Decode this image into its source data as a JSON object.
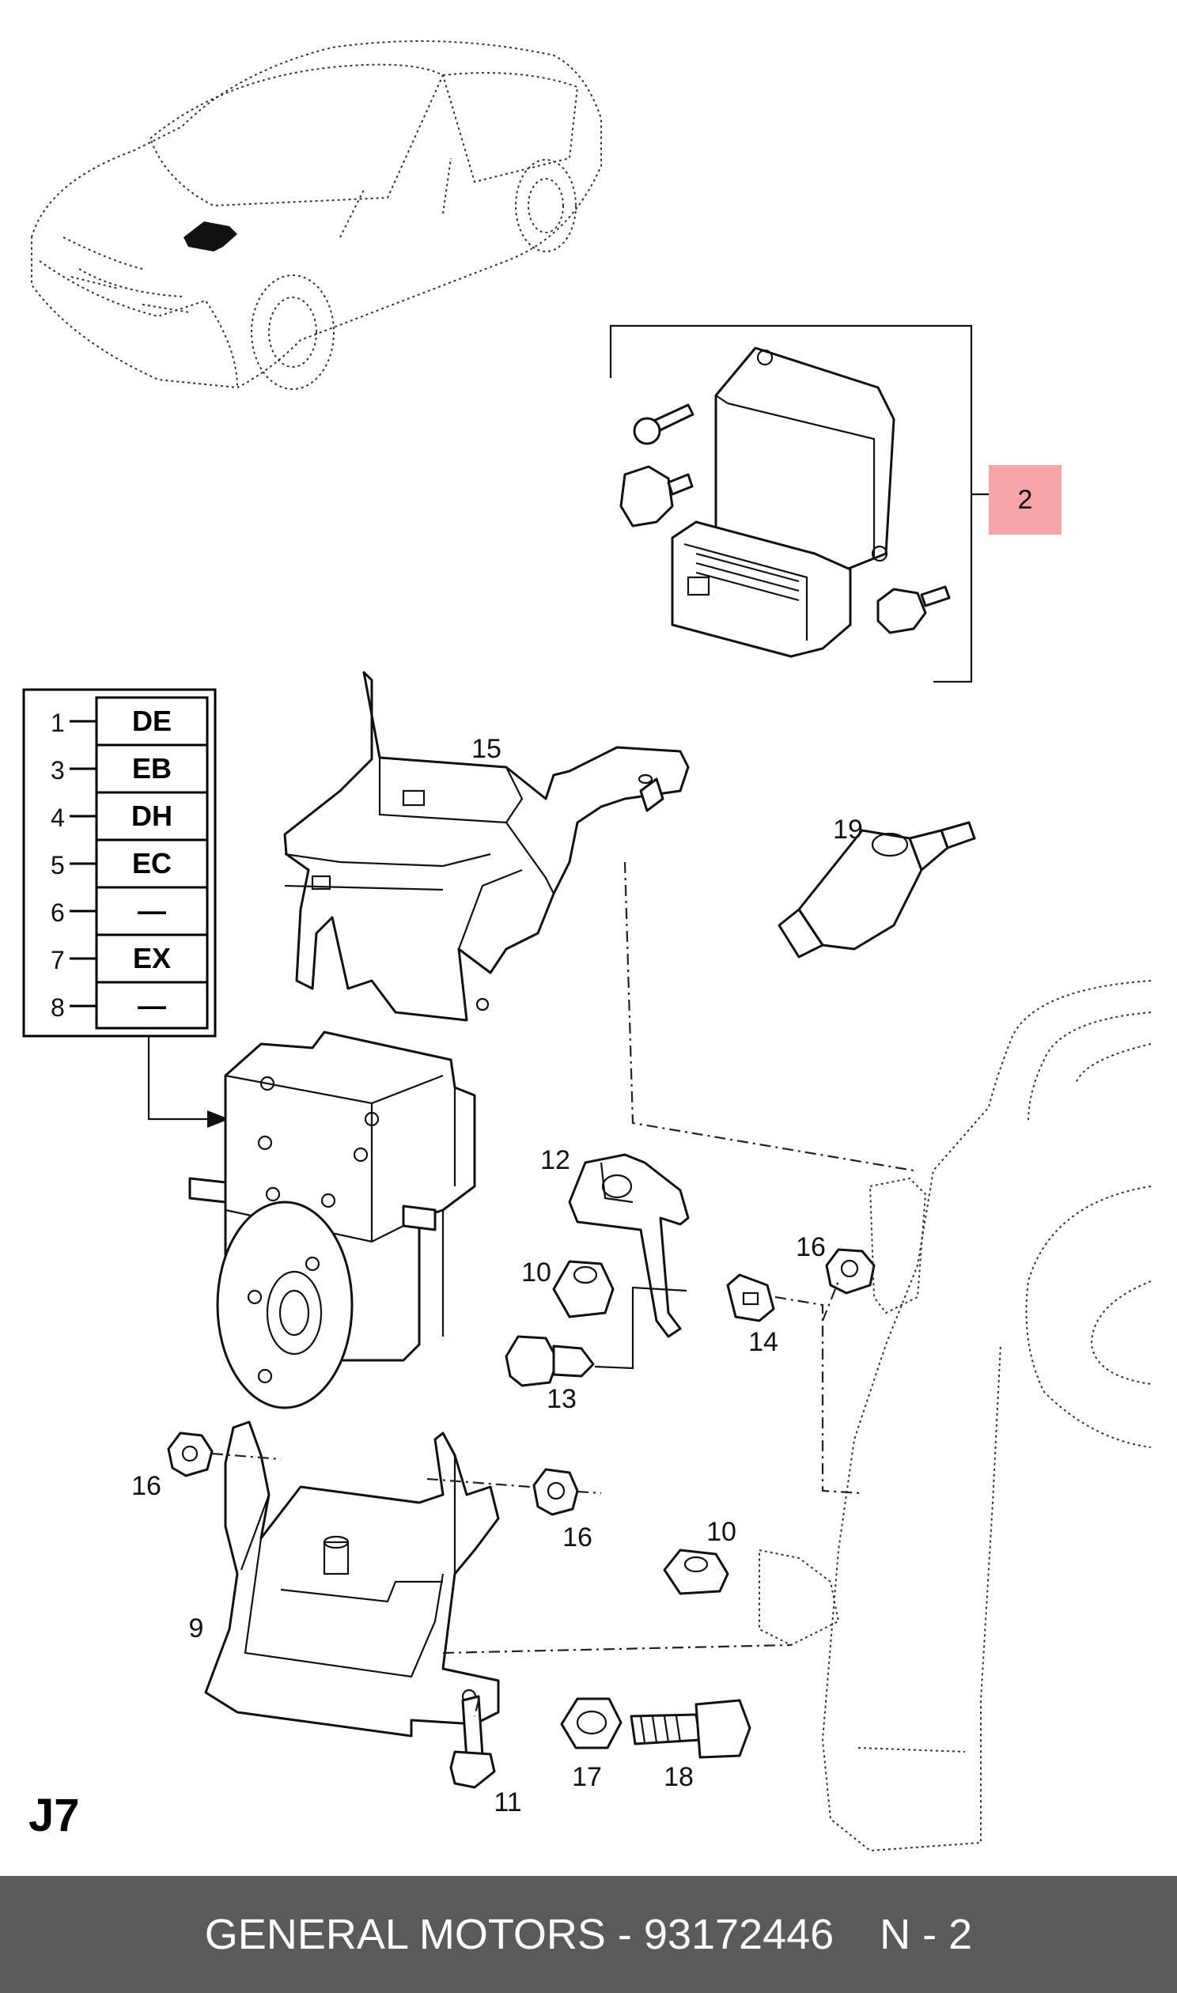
{
  "page_code": "J7",
  "footer": {
    "brand": "GENERAL MOTORS",
    "separator": "-",
    "part_number": "93172446",
    "page": "N - 2"
  },
  "highlight_color": "#f6a5a8",
  "footer_color": "#5a5a5a",
  "legend": [
    {
      "num": "1",
      "code": "DE"
    },
    {
      "num": "3",
      "code": "EB"
    },
    {
      "num": "4",
      "code": "DH"
    },
    {
      "num": "5",
      "code": "EC"
    },
    {
      "num": "6",
      "code": "—"
    },
    {
      "num": "7",
      "code": "EX"
    },
    {
      "num": "8",
      "code": "—"
    }
  ],
  "callouts": {
    "c2": "2",
    "c15": "15",
    "c19": "19",
    "c12": "12",
    "c10a": "10",
    "c13": "13",
    "c14": "14",
    "c16a": "16",
    "c16b": "16",
    "c16c": "16",
    "c9": "9",
    "c10b": "10",
    "c11": "11",
    "c17": "17",
    "c18": "18"
  }
}
